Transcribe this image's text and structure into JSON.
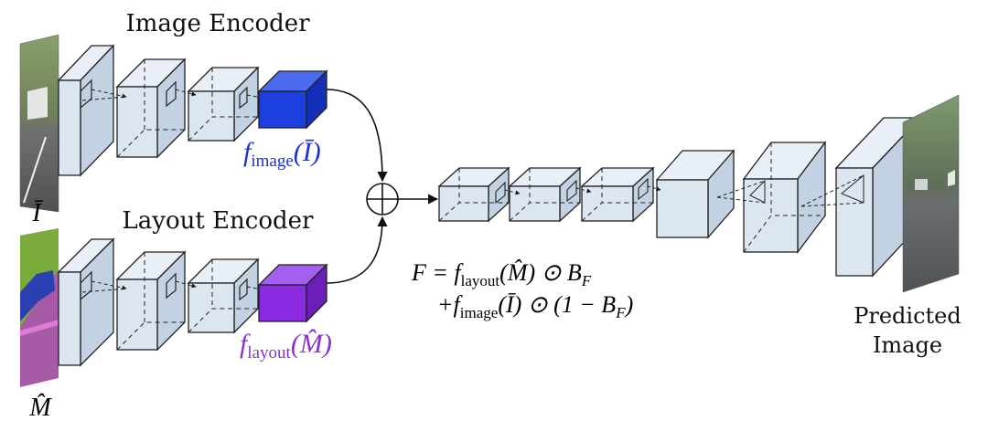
{
  "image_encoder": {
    "title": "Image Encoder",
    "input_label": "Ī",
    "output_label": {
      "fn": "f",
      "sub": "image",
      "arg": "(Ī)"
    },
    "output_color": "#1f2fd6"
  },
  "layout_encoder": {
    "title": "Layout Encoder",
    "input_label": "M̂",
    "output_label": {
      "fn": "f",
      "sub": "layout",
      "arg": "(M̂)"
    },
    "output_color": "#8b2fd6"
  },
  "fusion_symbol": "⊕",
  "equation": {
    "line1": {
      "lhs": "F = f",
      "sub": "layout",
      "rest": "(M̂) ⊙ B",
      "sub2": "F"
    },
    "line2": {
      "lhs": "+f",
      "sub": "image",
      "rest": "(Ī) ⊙ (1 − B",
      "sub2": "F",
      "tail": ")"
    }
  },
  "output": {
    "line1": "Predicted",
    "line2": "Image"
  },
  "colors": {
    "block_front": "#dbe6f1",
    "block_top": "#e8eff7",
    "block_side": "#c3d2e2",
    "edge": "#222222",
    "image_block": "#1d3fe0",
    "layout_block": "#8a2be2"
  }
}
